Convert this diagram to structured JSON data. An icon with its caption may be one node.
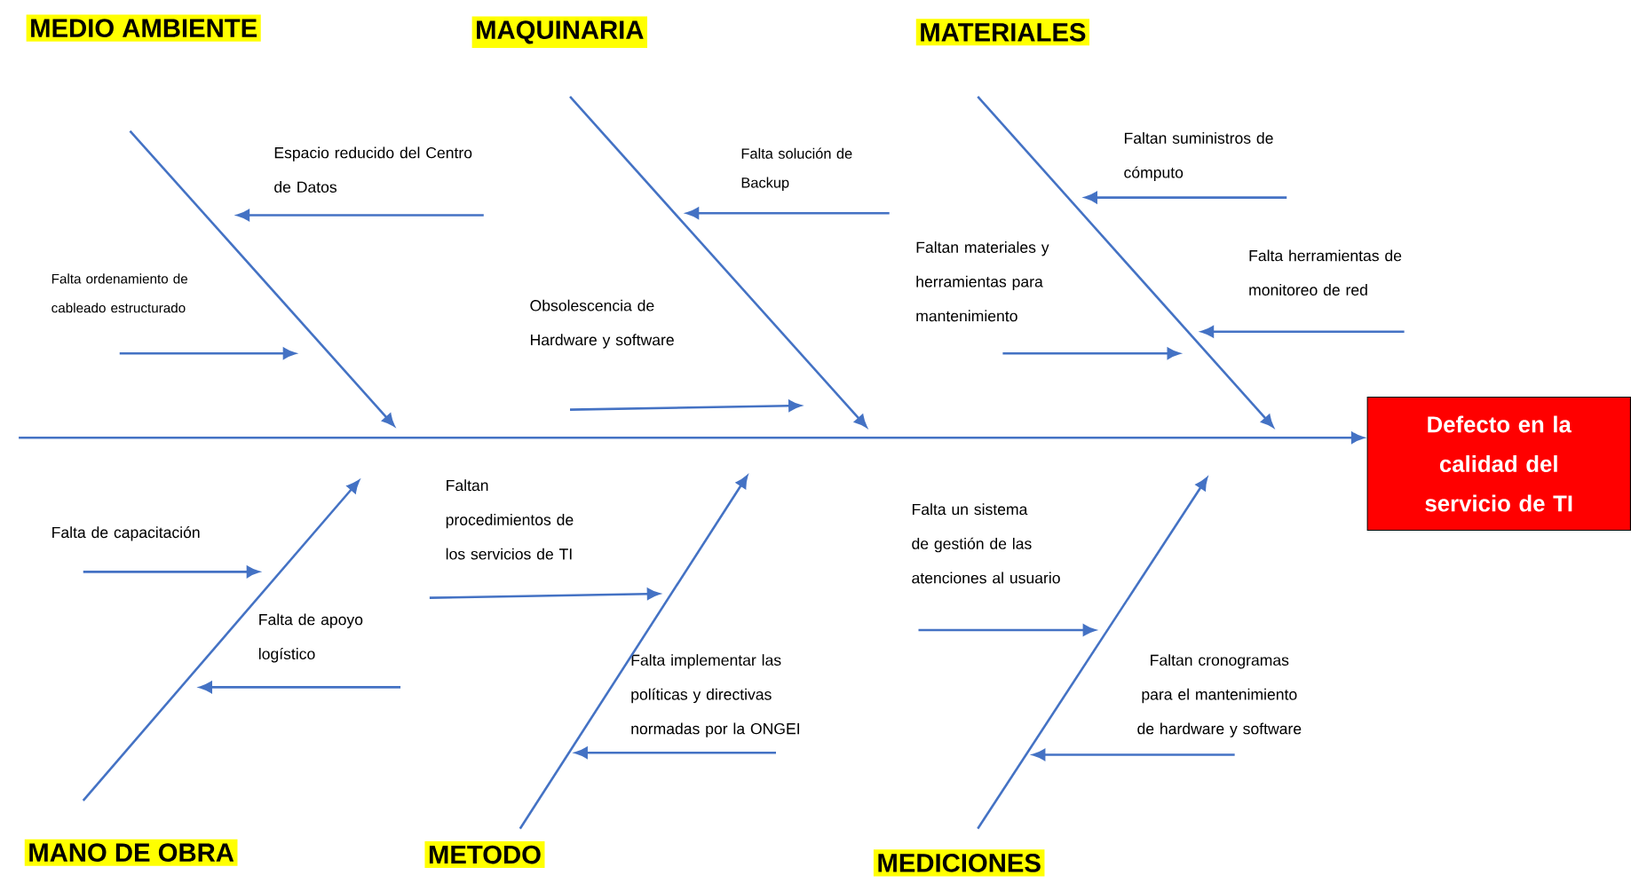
{
  "diagram": {
    "nodes": [
      {
        "text": [
          "MEDIO AMBIENTE"
        ]
      },
      {
        "text": [
          "MAQUINARIA"
        ]
      },
      {
        "text": [
          "MATERIALES"
        ]
      },
      {
        "text": [
          "MANO DE OBRA"
        ]
      },
      {
        "text": [
          "METODO"
        ]
      },
      {
        "text": [
          "MEDICIONES"
        ]
      },
      {
        "text": [
          "Defecto en la calidad del servicio de TI"
        ]
      },
      {
        "text": [
          "Espacio reducido del Centro de Datos"
        ]
      },
      {
        "text": [
          "Falta ordenamiento de cableado estructurado"
        ]
      },
      {
        "text": [
          "Falta solución de Backup"
        ]
      },
      {
        "text": [
          "Obsolescencia de Hardware y software"
        ]
      },
      {
        "text": [
          "Faltan suministros de cómputo"
        ]
      },
      {
        "text": [
          "Faltan materiales y herramientas para mantenimiento"
        ]
      },
      {
        "text": [
          "Falta herramientas de monitoreo de red"
        ]
      },
      {
        "text": [
          "Falta de capacitación"
        ]
      },
      {
        "text": [
          "Falta de apoyo logístico"
        ]
      },
      {
        "text": [
          "Faltan procedimientos de los servicios de TI"
        ]
      },
      {
        "text": [
          "Falta implementar las políticas y directivas normadas por la ONGEI"
        ]
      },
      {
        "text": [
          "Falta un sistema de gestión de las atenciones al usuario"
        ]
      },
      {
        "text": [
          "Faltan cronogramas para el mantenimiento de hardware y software"
        ]
      }
    ],
    "edges": [
      {
        "from": null,
        "to": 6,
        "arrow": "to"
      },
      {
        "from": 0,
        "to": null,
        "arrow": "to"
      },
      {
        "from": 1,
        "to": null,
        "arrow": "to"
      },
      {
        "from": 2,
        "to": null,
        "arrow": "to"
      },
      {
        "from": 3,
        "to": null,
        "arrow": "to"
      },
      {
        "from": 4,
        "to": null,
        "arrow": "to"
      },
      {
        "from": 5,
        "to": null,
        "arrow": "to"
      },
      {
        "from": 7,
        "to": null,
        "arrow": "to"
      },
      {
        "from": 8,
        "to": null,
        "arrow": "to"
      },
      {
        "from": 9,
        "to": null,
        "arrow": "to"
      },
      {
        "from": 10,
        "to": null,
        "arrow": "to"
      },
      {
        "from": 11,
        "to": null,
        "arrow": "to"
      },
      {
        "from": 12,
        "to": null,
        "arrow": "to"
      },
      {
        "from": 13,
        "to": null,
        "arrow": "to"
      },
      {
        "from": 14,
        "to": null,
        "arrow": "to"
      },
      {
        "from": 15,
        "to": null,
        "arrow": "to"
      },
      {
        "from": 16,
        "to": null,
        "arrow": "to"
      },
      {
        "from": 17,
        "to": null,
        "arrow": "to"
      },
      {
        "from": 18,
        "to": null,
        "arrow": "to"
      },
      {
        "from": 19,
        "to": null,
        "arrow": "to"
      }
    ]
  }
}
